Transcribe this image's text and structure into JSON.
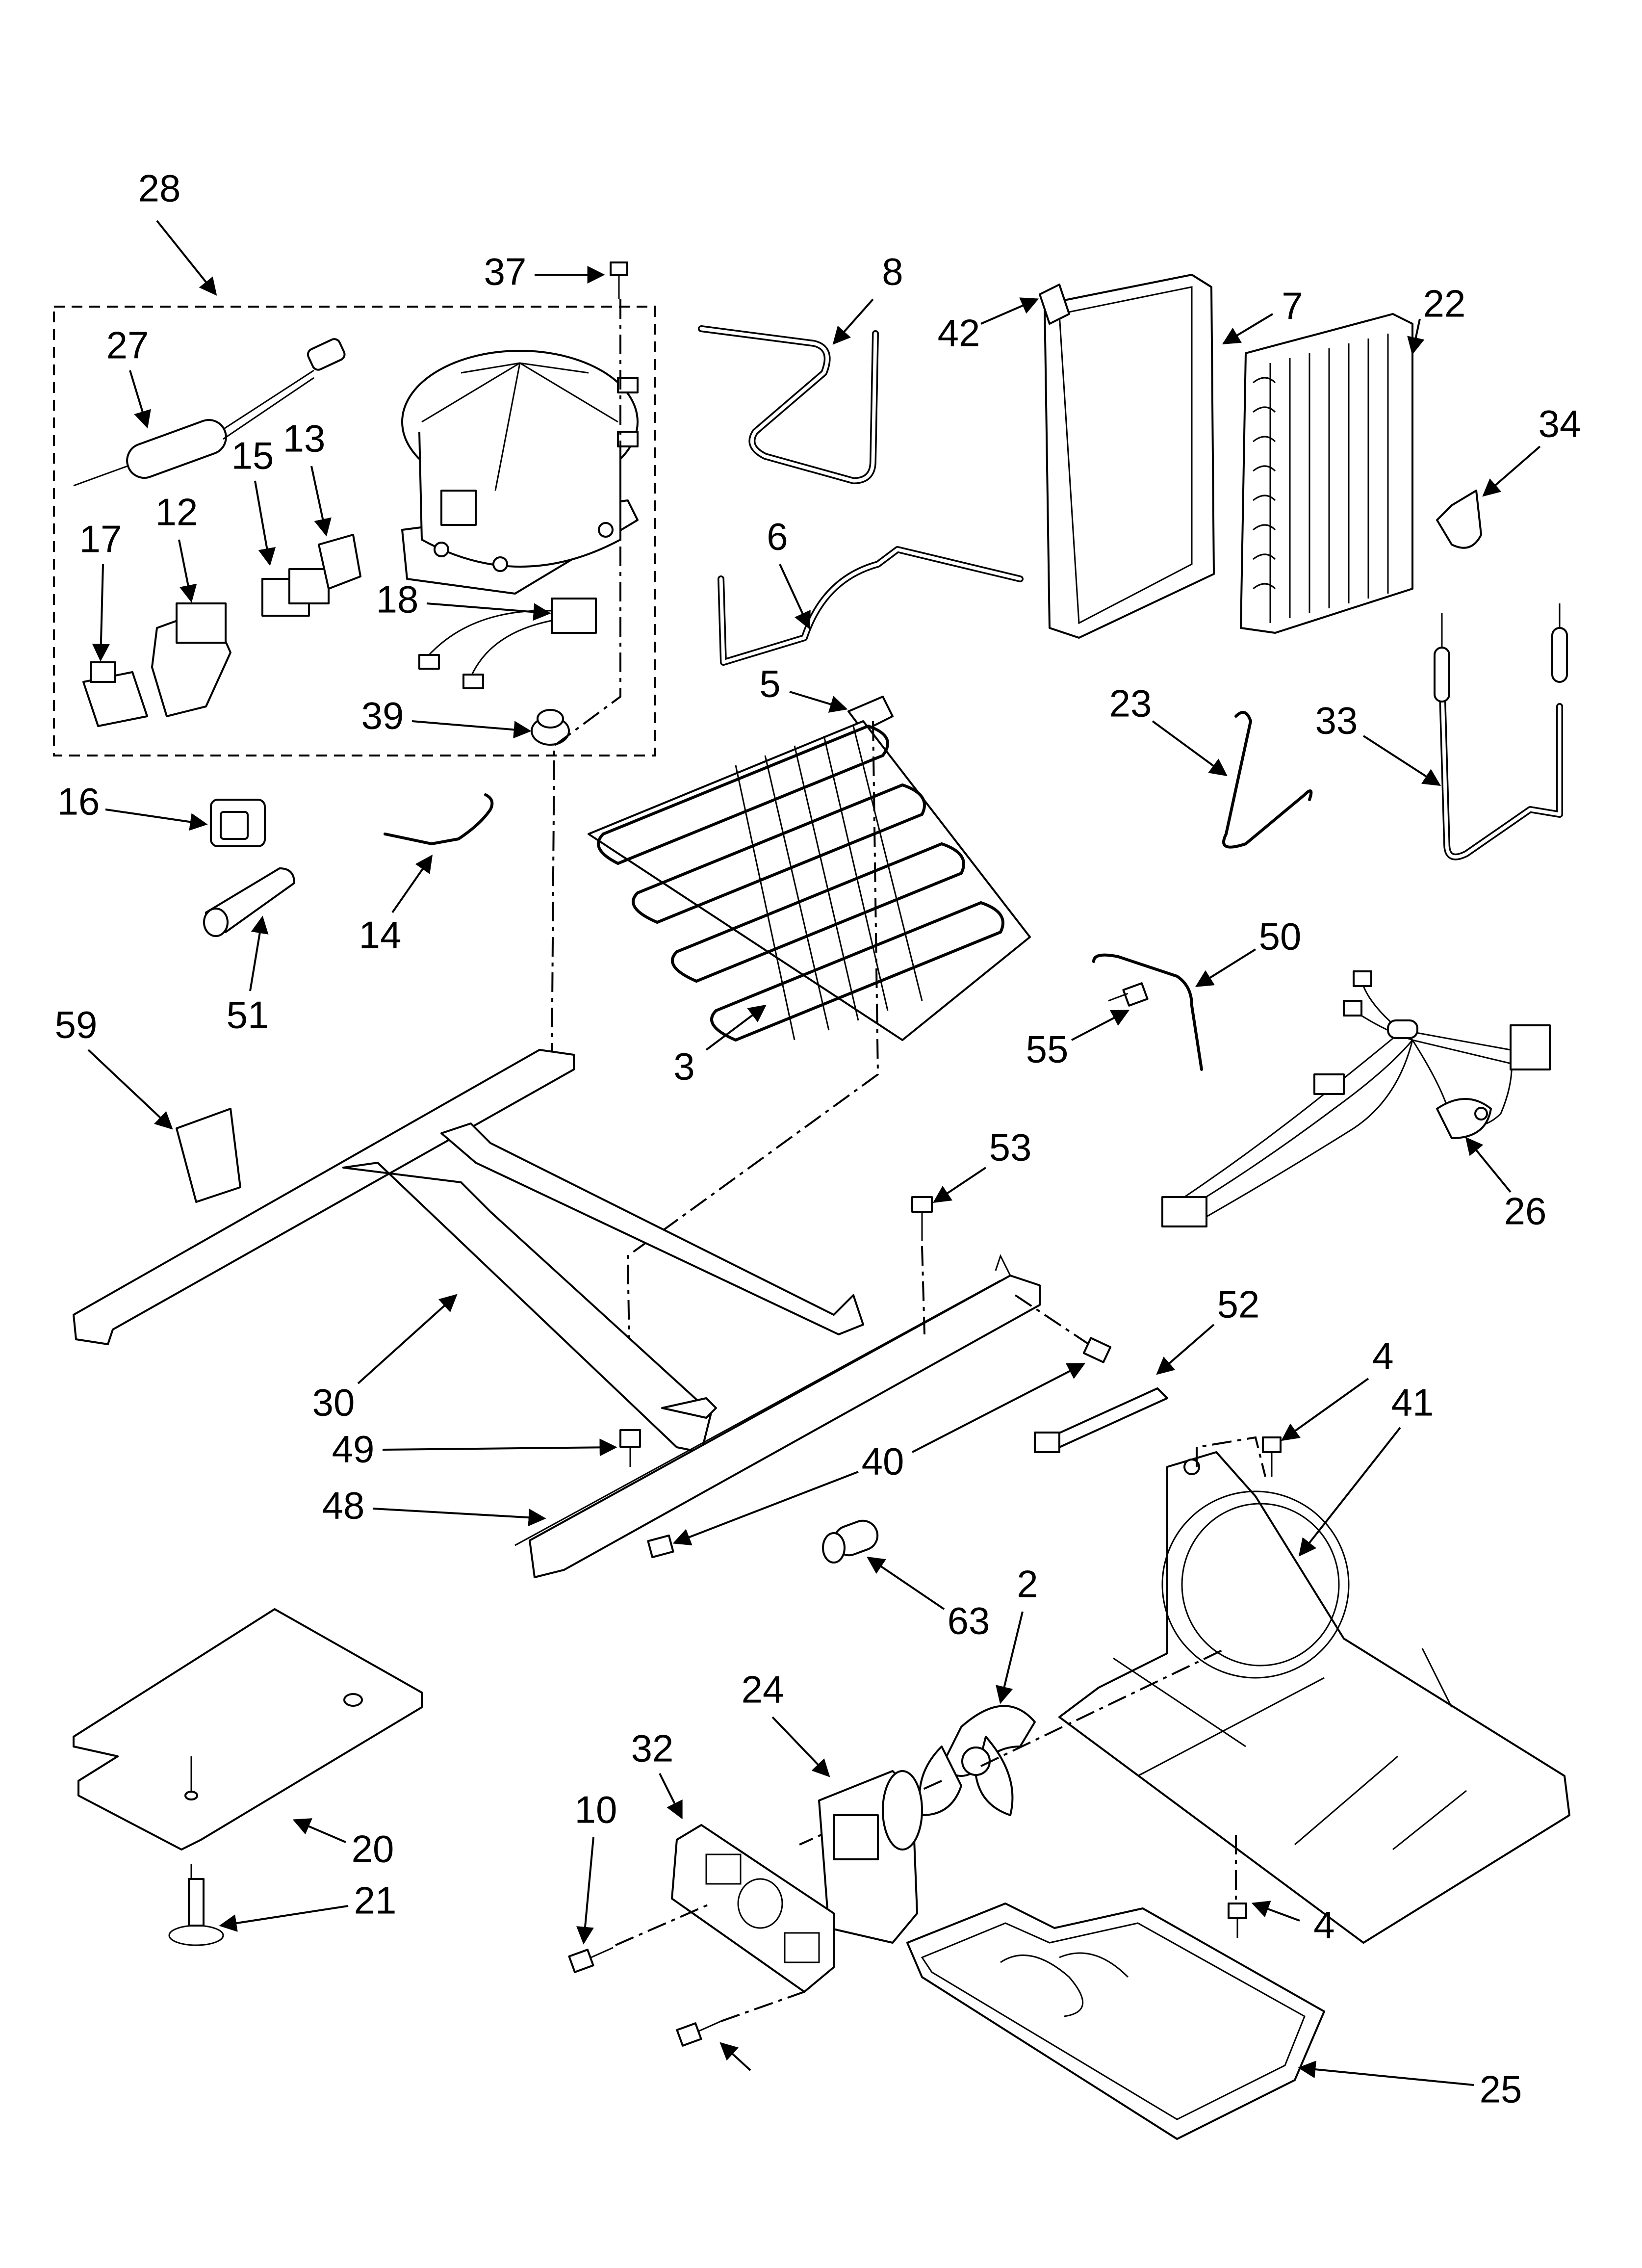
{
  "labels": [
    "28",
    "37",
    "8",
    "7",
    "22",
    "42",
    "27",
    "15",
    "13",
    "12",
    "17",
    "18",
    "39",
    "6",
    "34",
    "5",
    "23",
    "33",
    "16",
    "14",
    "51",
    "50",
    "55",
    "26",
    "59",
    "3",
    "53",
    "30",
    "52",
    "4",
    "41",
    "49",
    "40",
    "48",
    "63",
    "2",
    "24",
    "32",
    "10",
    "20",
    "21",
    "4",
    "25"
  ],
  "colors": {
    "ink": "#000000",
    "paper": "#ffffff"
  }
}
